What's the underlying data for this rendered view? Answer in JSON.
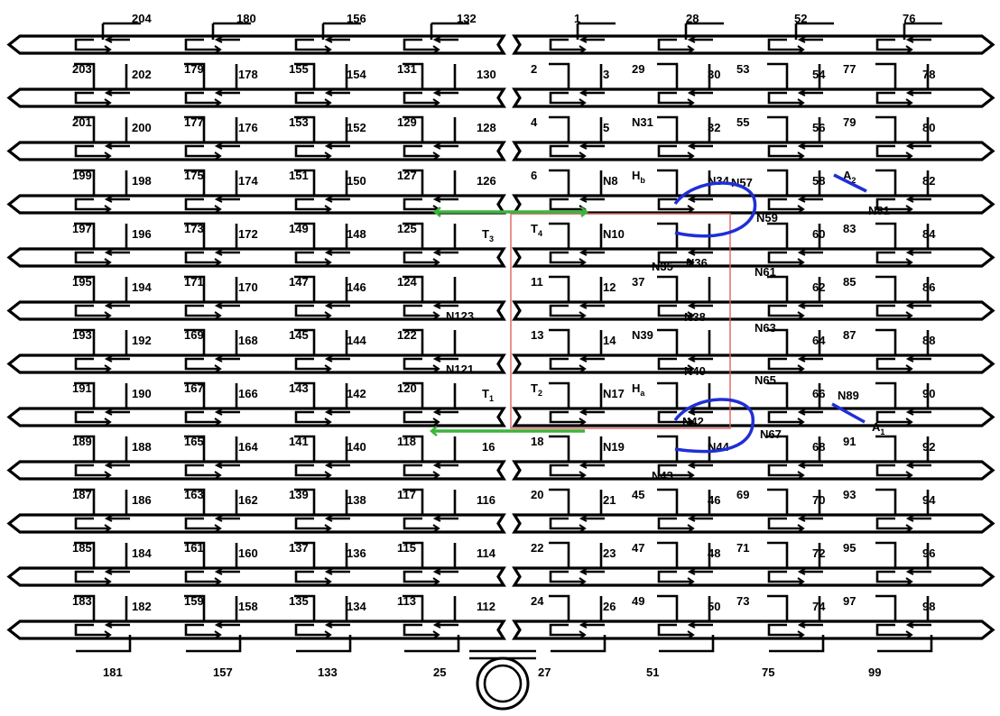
{
  "colors": {
    "ink": "#000000",
    "green": "#3cb43c",
    "blue": "#1f2fd6",
    "red": "#e06060",
    "background": "#ffffff"
  },
  "top_labels": [
    "204",
    "180",
    "156",
    "132",
    "1",
    "28",
    "52",
    "76"
  ],
  "bottom_labels": [
    "181",
    "157",
    "133",
    "25",
    "27",
    "51",
    "75",
    "99"
  ],
  "left_rows": [
    [
      "203",
      "202",
      "179",
      "178",
      "155",
      "154",
      "131",
      "130"
    ],
    [
      "201",
      "200",
      "177",
      "176",
      "153",
      "152",
      "129",
      "128"
    ],
    [
      "199",
      "198",
      "175",
      "174",
      "151",
      "150",
      "127",
      "126"
    ],
    [
      "197",
      "196",
      "173",
      "172",
      "149",
      "148",
      "125",
      "T3"
    ],
    [
      "195",
      "194",
      "171",
      "170",
      "147",
      "146",
      "124",
      ""
    ],
    [
      "193",
      "192",
      "169",
      "168",
      "145",
      "144",
      "122",
      ""
    ],
    [
      "191",
      "190",
      "167",
      "166",
      "143",
      "142",
      "120",
      "T1"
    ],
    [
      "189",
      "188",
      "165",
      "164",
      "141",
      "140",
      "118",
      "16"
    ],
    [
      "187",
      "186",
      "163",
      "162",
      "139",
      "138",
      "117",
      "116"
    ],
    [
      "185",
      "184",
      "161",
      "160",
      "137",
      "136",
      "115",
      "114"
    ],
    [
      "183",
      "182",
      "159",
      "158",
      "135",
      "134",
      "113",
      "112"
    ]
  ],
  "right_rows": [
    [
      "2",
      "3",
      "29",
      "30",
      "53",
      "54",
      "77",
      "78"
    ],
    [
      "4",
      "5",
      "N31",
      "32",
      "55",
      "56",
      "79",
      "80"
    ],
    [
      "6",
      "N8",
      "Hb",
      "N34",
      "",
      "58",
      "A2",
      "82"
    ],
    [
      "T4",
      "N10",
      "",
      "",
      "",
      "60",
      "83",
      "84"
    ],
    [
      "11",
      "12",
      "37",
      "",
      "",
      "62",
      "85",
      "86"
    ],
    [
      "13",
      "14",
      "N39",
      "",
      "",
      "64",
      "87",
      "88"
    ],
    [
      "T2",
      "N17",
      "Ha",
      "",
      "",
      "66",
      "",
      "90"
    ],
    [
      "18",
      "N19",
      "",
      "N44",
      "",
      "68",
      "91",
      "92"
    ],
    [
      "20",
      "21",
      "45",
      "46",
      "69",
      "70",
      "93",
      "94"
    ],
    [
      "22",
      "23",
      "47",
      "48",
      "71",
      "72",
      "95",
      "96"
    ],
    [
      "24",
      "26",
      "49",
      "50",
      "73",
      "74",
      "97",
      "98"
    ]
  ],
  "extra_labels": [
    "N123",
    "N121",
    "N35",
    "N36",
    "N38",
    "N40",
    "N43",
    "N42",
    "N57",
    "N59",
    "N81",
    "N61",
    "N63",
    "N65",
    "N89",
    "A1",
    "N67"
  ]
}
